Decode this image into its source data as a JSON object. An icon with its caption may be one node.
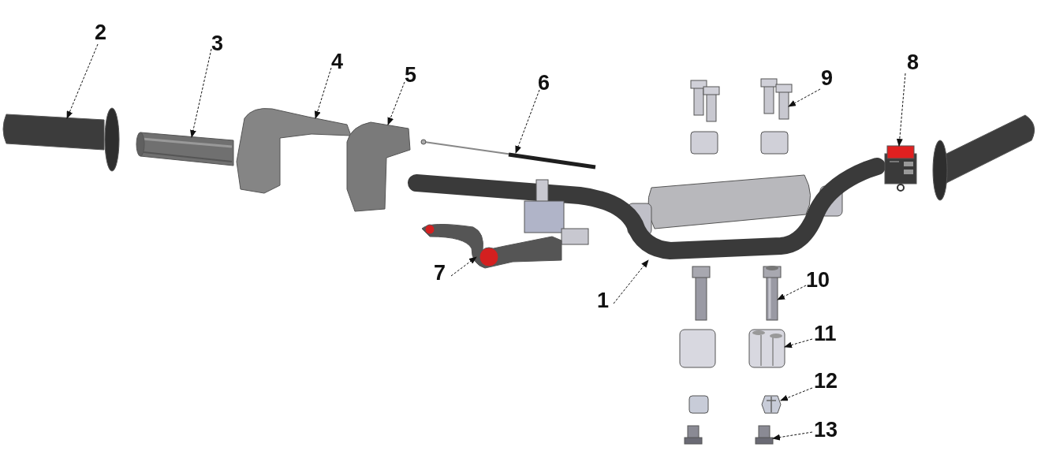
{
  "diagram": {
    "nodes": [
      {
        "text": [
          "1"
        ]
      },
      {
        "text": [
          "2"
        ]
      },
      {
        "text": [
          "3"
        ]
      },
      {
        "text": [
          "4"
        ]
      },
      {
        "text": [
          "5"
        ]
      },
      {
        "text": [
          "6"
        ]
      },
      {
        "text": [
          "7"
        ]
      },
      {
        "text": [
          "8"
        ]
      },
      {
        "text": [
          "9"
        ]
      },
      {
        "text": [
          "10"
        ]
      },
      {
        "text": [
          "11"
        ]
      },
      {
        "text": [
          "12"
        ]
      },
      {
        "text": [
          "13"
        ]
      },
      {
        "text": [],
        "shape": "picture"
      },
      {
        "text": [],
        "shape": "picture"
      },
      {
        "text": [],
        "shape": "picture"
      },
      {
        "text": [],
        "shape": "picture"
      },
      {
        "text": [],
        "shape": "picture"
      },
      {
        "text": [],
        "shape": "picture"
      },
      {
        "text": [],
        "shape": "picture"
      },
      {
        "text": [],
        "shape": "picture"
      },
      {
        "text": [],
        "shape": "picture"
      },
      {
        "text": [],
        "shape": "picture"
      },
      {
        "text": [],
        "shape": "picture"
      },
      {
        "text": [],
        "shape": "picture"
      },
      {
        "text": [],
        "shape": "picture"
      }
    ],
    "edges": [
      {
        "from": 0,
        "to": 13,
        "arrow": "to",
        "style": "dashed"
      },
      {
        "from": 1,
        "to": 14,
        "arrow": "to",
        "style": "dashed"
      },
      {
        "from": 2,
        "to": 15,
        "arrow": "to",
        "style": "dashed"
      },
      {
        "from": 3,
        "to": 16,
        "arrow": "to",
        "style": "dashed"
      },
      {
        "from": 4,
        "to": 17,
        "arrow": "to",
        "style": "dashed"
      },
      {
        "from": 5,
        "to": 18,
        "arrow": "to",
        "style": "dashed"
      },
      {
        "from": 6,
        "to": 19,
        "arrow": "to",
        "style": "dashed"
      },
      {
        "from": 7,
        "to": 20,
        "arrow": "to",
        "style": "dashed"
      },
      {
        "from": 8,
        "to": 21,
        "arrow": "to",
        "style": "dashed"
      },
      {
        "from": 9,
        "to": 22,
        "arrow": "to",
        "style": "dashed"
      },
      {
        "from": 10,
        "to": 23,
        "arrow": "to",
        "style": "dashed"
      },
      {
        "from": 11,
        "to": 24,
        "arrow": "to",
        "style": "dashed"
      },
      {
        "from": 12,
        "to": 25,
        "arrow": "to",
        "style": "dashed"
      }
    ]
  }
}
